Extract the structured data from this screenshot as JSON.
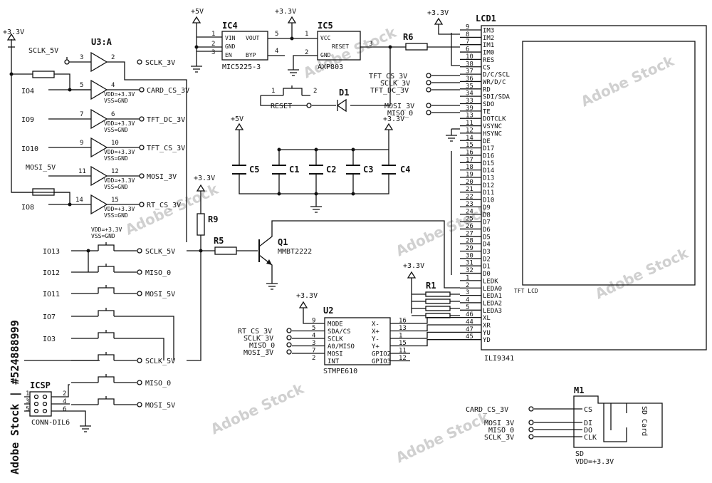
{
  "power": {
    "v33": "+3.3V",
    "v5": "+5V"
  },
  "u3": {
    "ref": "U3:A",
    "vdd": "VDD=+3.3V",
    "vss": "VSS=GND",
    "io": [
      "IO4",
      "IO9",
      "IO10",
      "IO8"
    ],
    "in_nets": [
      "SCLK_5V",
      "MOSI_5V"
    ],
    "out_nets": [
      "SCLK_3V",
      "CARD_CS_3V",
      "TFT_DC_3V",
      "TFT_CS_3V",
      "MOSI_3V",
      "RT_CS_3V"
    ],
    "pins": [
      "3",
      "2",
      "5",
      "4",
      "7",
      "6",
      "9",
      "10",
      "11",
      "12",
      "14",
      "15"
    ]
  },
  "ic4": {
    "ref": "IC4",
    "part": "MIC5225-3",
    "pins": [
      "VIN",
      "VOUT",
      "GND",
      "EN",
      "BYP"
    ],
    "pinnums": [
      "1",
      "2",
      "3",
      "5",
      "4"
    ]
  },
  "ic5": {
    "ref": "IC5",
    "part": "AXP803",
    "pins": [
      "VCC",
      "RESET",
      "GND"
    ],
    "pinnums": [
      "1",
      "2",
      "3"
    ]
  },
  "switch": {
    "label": "RESET",
    "pins": [
      "1",
      "2"
    ]
  },
  "d1": "D1",
  "r_labels": {
    "r6": "R6",
    "r9": "R9",
    "r5": "R5",
    "r1": "R1"
  },
  "caps": [
    "C5",
    "C1",
    "C2",
    "C3",
    "C4"
  ],
  "q1": {
    "ref": "Q1",
    "part": "MMBT2222"
  },
  "lcd": {
    "ref": "LCD1",
    "part": "ILI9341",
    "sub": "TFT LCD",
    "rows": [
      {
        "n": "9",
        "s": "IM3"
      },
      {
        "n": "8",
        "s": "IM2"
      },
      {
        "n": "7",
        "s": "IM1"
      },
      {
        "n": "6",
        "s": "IM0"
      },
      {
        "n": "10",
        "s": "RES"
      },
      {
        "n": "38",
        "s": "CS"
      },
      {
        "n": "37",
        "s": "D/C/SCL"
      },
      {
        "n": "36",
        "s": "WR/D/C"
      },
      {
        "n": "35",
        "s": "RD"
      },
      {
        "n": "34",
        "s": "SDI/SDA"
      },
      {
        "n": "33",
        "s": "SDO"
      },
      {
        "n": "39",
        "s": "TE"
      },
      {
        "n": "13",
        "s": "DOTCLK"
      },
      {
        "n": "11",
        "s": "VSYNC"
      },
      {
        "n": "12",
        "s": "HSYNC"
      },
      {
        "n": "14",
        "s": "DE"
      },
      {
        "n": "15",
        "s": "D17"
      },
      {
        "n": "16",
        "s": "D16"
      },
      {
        "n": "17",
        "s": "D15"
      },
      {
        "n": "18",
        "s": "D14"
      },
      {
        "n": "19",
        "s": "D13"
      },
      {
        "n": "20",
        "s": "D12"
      },
      {
        "n": "21",
        "s": "D11"
      },
      {
        "n": "22",
        "s": "D10"
      },
      {
        "n": "23",
        "s": "D9"
      },
      {
        "n": "24",
        "s": "D8"
      },
      {
        "n": "25",
        "s": "D7"
      },
      {
        "n": "26",
        "s": "D6"
      },
      {
        "n": "27",
        "s": "D5"
      },
      {
        "n": "28",
        "s": "D4"
      },
      {
        "n": "29",
        "s": "D3"
      },
      {
        "n": "30",
        "s": "D2"
      },
      {
        "n": "31",
        "s": "D1"
      },
      {
        "n": "32",
        "s": "D0"
      },
      {
        "n": "1",
        "s": "LEDK"
      },
      {
        "n": "2",
        "s": "LEDA0"
      },
      {
        "n": "3",
        "s": "LEDA1"
      },
      {
        "n": "4",
        "s": "LEDA2"
      },
      {
        "n": "5",
        "s": "LEDA3"
      },
      {
        "n": "46",
        "s": "XL"
      },
      {
        "n": "44",
        "s": "XR"
      },
      {
        "n": "47",
        "s": "YU"
      },
      {
        "n": "45",
        "s": "YD"
      }
    ],
    "in_nets": [
      "TFT_CS_3V",
      "SCLK_3V",
      "TFT_DC_3V",
      "MOSI_3V",
      "MISO_0"
    ]
  },
  "u2": {
    "ref": "U2",
    "part": "STMPE610",
    "left": [
      "MODE",
      "SDA/CS",
      "SCLK",
      "A0/MISO",
      "MOSI",
      "INT"
    ],
    "leftnums": [
      "9",
      "5",
      "4",
      "3",
      "7",
      "2"
    ],
    "right": [
      "X-",
      "X+",
      "Y-",
      "Y+",
      "GPIO2",
      "GPIO3"
    ],
    "rightnums": [
      "16",
      "13",
      "1",
      "15",
      "11",
      "12"
    ],
    "nets": [
      "RT_CS_3V",
      "SCLK_3V",
      "MISO_0",
      "MOSI_3V"
    ]
  },
  "buttons": {
    "io": [
      "IO13",
      "IO12",
      "IO11",
      "IO7",
      "IO3"
    ],
    "nets": [
      "SCLK_5V",
      "MISO_0",
      "MOSI_5V",
      "SCLK_5V",
      "MISO_0",
      "MOSI_5V"
    ]
  },
  "icsp": {
    "ref": "ICSP",
    "part": "CONN-DIL6",
    "pins": [
      "1",
      "2",
      "3",
      "4",
      "5",
      "6"
    ]
  },
  "m1": {
    "ref": "M1",
    "card": "SD Card",
    "nets": [
      "CARD_CS_3V",
      "MOSI_3V",
      "MISO_0",
      "SCLK_3V"
    ],
    "pins": [
      "CS",
      "DI",
      "DO",
      "CLK"
    ],
    "sub": "SD",
    "vdd": "VDD=+3.3V"
  },
  "stock": "Adobe Stock | #524888999",
  "watermark": "Adobe Stock"
}
